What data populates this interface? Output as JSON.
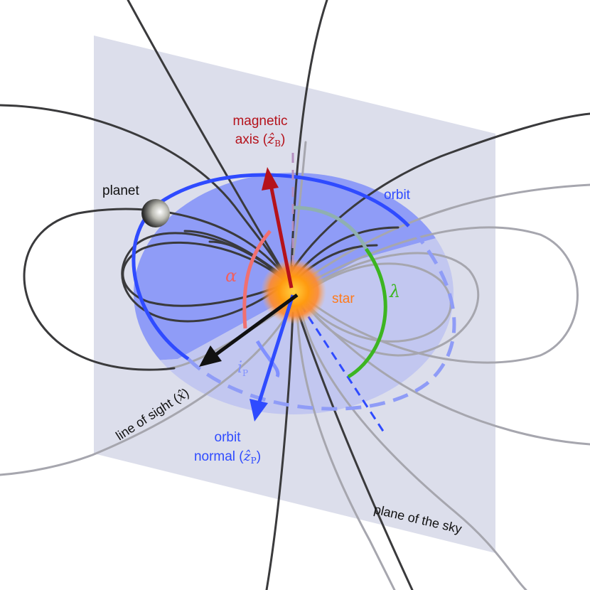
{
  "labels": {
    "magnetic_axis_line1": "magnetic",
    "magnetic_axis_line2": "axis (",
    "magnetic_axis_symbol": "ẑ",
    "magnetic_axis_sub": "B",
    "magnetic_axis_close": ")",
    "planet": "planet",
    "orbit": "orbit",
    "star": "star",
    "alpha": "α",
    "lambda": "λ",
    "inclination_symbol": "i",
    "inclination_sub": "P",
    "line_of_sight": "line of sight (",
    "line_of_sight_symbol": "x̂",
    "line_of_sight_close": ")",
    "orbit_normal_line1": "orbit",
    "orbit_normal_line2": "normal (",
    "orbit_normal_symbol": "ẑ",
    "orbit_normal_sub": "P",
    "orbit_normal_close": ")",
    "plane_of_sky": "plane of the sky"
  },
  "colors": {
    "sky_plane": "#dcdeeb",
    "orbit_fill": "#8f9cf7",
    "orbit_line": "#2f4bff",
    "magnetic_axis": "#b5121b",
    "orbit_normal": "#2f4bff",
    "line_of_sight": "#111111",
    "alpha_arc": "#f07070",
    "lambda_arc": "#3cb521",
    "inclination_arc": "#8090ff",
    "field_lines_front": "#3a3a3c",
    "field_lines_back": "#a6a6ae",
    "star_core": "#ff8a00",
    "star_glow": "#ffb060",
    "text_magnetic": "#b5121b",
    "text_orbit": "#2f4bff",
    "text_star": "#ff7a1a",
    "text_alpha": "#f06060",
    "text_lambda": "#3cb521",
    "text_dark": "#111111"
  }
}
